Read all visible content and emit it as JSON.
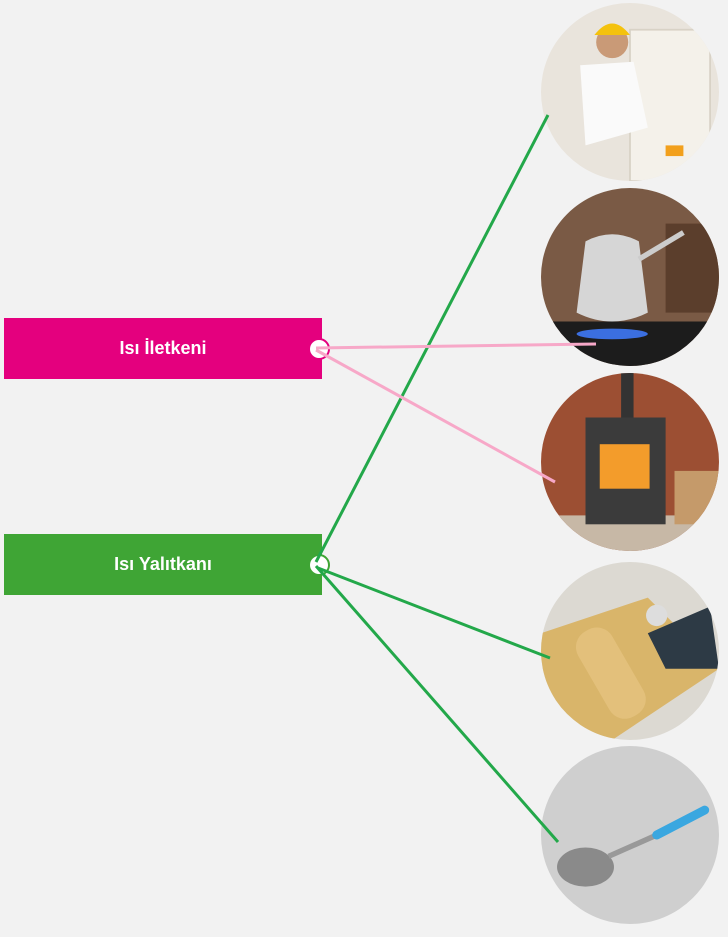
{
  "labels": {
    "conductor": "Isı İletkeni",
    "insulator": "Isı Yalıtkanı"
  },
  "images": [
    {
      "icon": "worker-installing-insulation-panels-image"
    },
    {
      "icon": "coffee-pot-on-gas-stove-image"
    },
    {
      "icon": "wood-stove-fireplace-image"
    },
    {
      "icon": "worker-rolling-glass-wool-image"
    },
    {
      "icon": "metal-skimmer-ladle-image"
    }
  ],
  "colors": {
    "conductor": "#e4007e",
    "insulator": "#3fa535",
    "conductor_line": "#f7a8c8",
    "insulator_line": "#23a84a"
  },
  "connections": [
    {
      "from": "insulator",
      "to": 0
    },
    {
      "from": "conductor",
      "to": 1
    },
    {
      "from": "conductor",
      "to": 2
    },
    {
      "from": "insulator",
      "to": 3
    },
    {
      "from": "insulator",
      "to": 4
    }
  ]
}
